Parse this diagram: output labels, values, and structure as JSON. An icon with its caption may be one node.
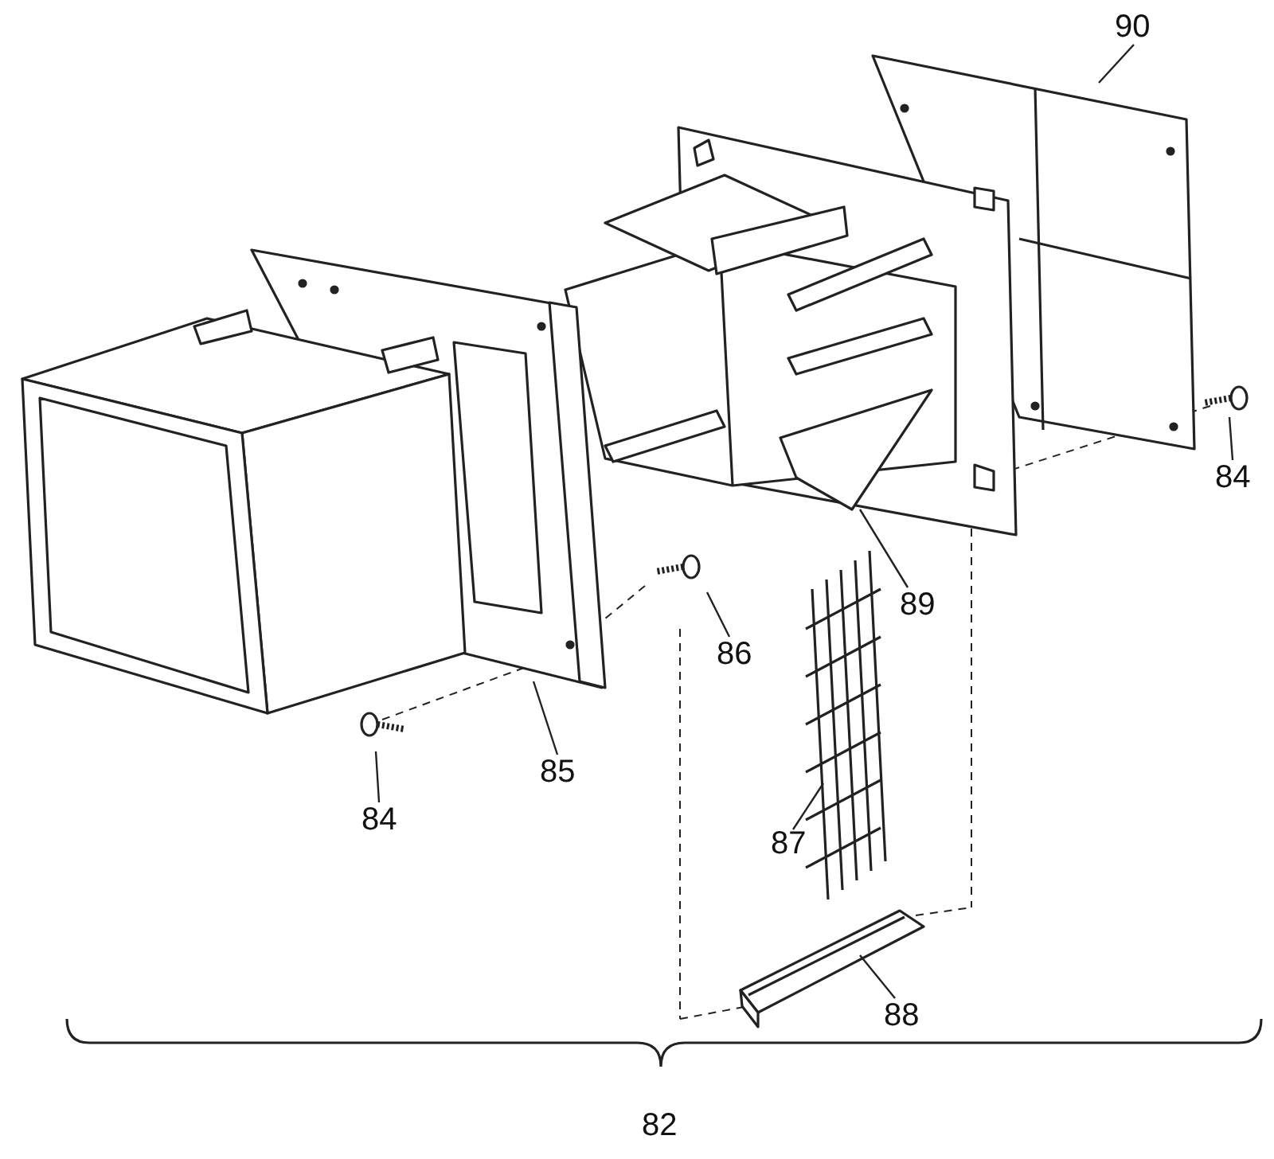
{
  "diagram": {
    "nodes": [
      {
        "text": [
          "90"
        ]
      },
      {
        "text": [
          "84"
        ]
      },
      {
        "text": [
          "89"
        ]
      },
      {
        "text": [
          "86"
        ]
      },
      {
        "text": [
          "85"
        ]
      },
      {
        "text": [
          "84"
        ]
      },
      {
        "text": [
          "87"
        ]
      },
      {
        "text": [
          "88"
        ]
      }
    ],
    "edges": [
      {
        "from": 0,
        "to": null,
        "arrow": "none"
      },
      {
        "from": 1,
        "to": null,
        "arrow": "none"
      },
      {
        "from": 2,
        "to": null,
        "arrow": "none"
      },
      {
        "from": 3,
        "to": null,
        "arrow": "none"
      },
      {
        "from": 4,
        "to": null,
        "arrow": "none"
      },
      {
        "from": 5,
        "to": null,
        "arrow": "none"
      },
      {
        "from": 6,
        "to": null,
        "arrow": "none"
      },
      {
        "from": 7,
        "to": null,
        "arrow": "none"
      }
    ],
    "labels": [
      "82"
    ]
  }
}
